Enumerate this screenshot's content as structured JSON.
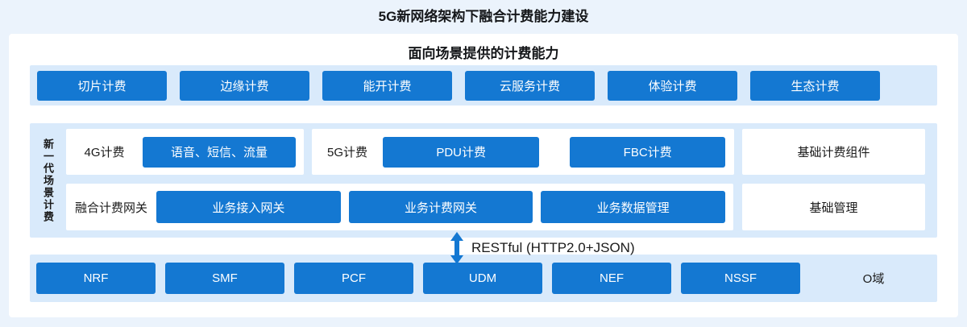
{
  "page_title": "5G新网络架构下融合计费能力建设",
  "colors": {
    "accent": "#1478d2",
    "strip": "#d9eafb",
    "page_bg": "#ebf3fc"
  },
  "capability_section": {
    "title": "面向场景提供的计费能力",
    "items": [
      "切片计费",
      "边缘计费",
      "能开计费",
      "云服务计费",
      "体验计费",
      "生态计费"
    ]
  },
  "scene_section": {
    "vertical_label": "新一代场景计费",
    "row1": {
      "group_4g": {
        "label": "4G计费",
        "items": [
          "语音、短信、流量"
        ]
      },
      "group_5g": {
        "label": "5G计费",
        "items": [
          "PDU计费",
          "FBC计费"
        ]
      },
      "side_box": "基础计费组件"
    },
    "row2": {
      "group_gateway": {
        "label": "融合计费网关",
        "items": [
          "业务接入网关",
          "业务计费网关",
          "业务数据管理"
        ]
      },
      "side_box": "基础管理"
    }
  },
  "interface_label": "RESTful (HTTP2.0+JSON)",
  "network_section": {
    "items": [
      "NRF",
      "SMF",
      "PCF",
      "UDM",
      "NEF",
      "NSSF"
    ],
    "domain_label": "O域"
  }
}
